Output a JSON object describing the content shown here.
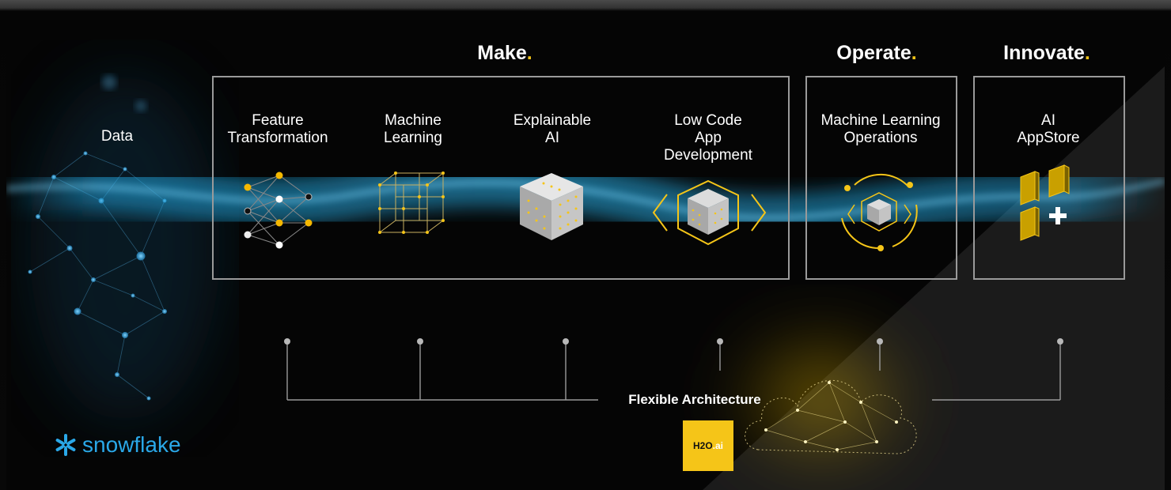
{
  "headings": {
    "make": "Make",
    "operate": "Operate",
    "innovate": "Innovate",
    "dot": "."
  },
  "data_label": "Data",
  "make_items": [
    {
      "line1": "Feature",
      "line2": "Transformation",
      "line3": ""
    },
    {
      "line1": "Machine",
      "line2": "Learning",
      "line3": ""
    },
    {
      "line1": "Explainable",
      "line2": "AI",
      "line3": ""
    },
    {
      "line1": "Low Code",
      "line2": "App",
      "line3": "Development"
    }
  ],
  "operate_item": {
    "line1": "Machine Learning",
    "line2": "Operations"
  },
  "innovate_item": {
    "line1": "AI",
    "line2": "AppStore"
  },
  "architecture_label": "Flexible Architecture",
  "h2o_logo": {
    "main": "H2O",
    "suffix": ".ai"
  },
  "snowflake_logo": {
    "text": "snowflake"
  },
  "colors": {
    "accent": "#f5c518",
    "stream": "#1ea0d8",
    "snowflake": "#2aa8e8",
    "box_border": "#9a9a9a"
  },
  "icons": [
    "neural-network-icon",
    "wireframe-cube-icon",
    "glowing-cube-icon",
    "code-cube-icon",
    "rotating-cube-icon",
    "appstore-blocks-icon",
    "cloud-network-icon",
    "snowflake-icon"
  ]
}
